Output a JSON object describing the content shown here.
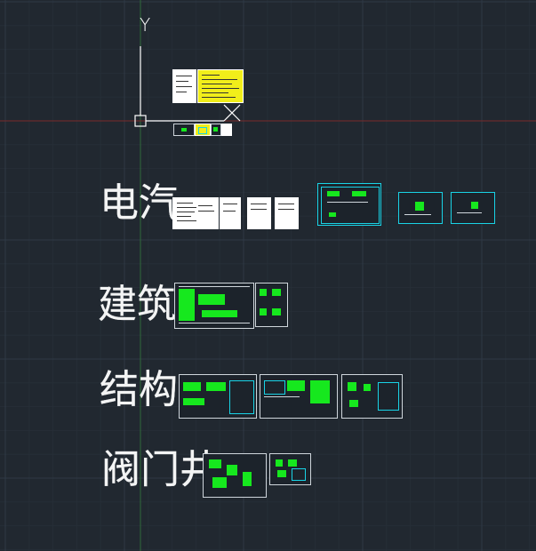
{
  "ucs": {
    "y_label": "Y"
  },
  "rows": [
    {
      "id": "electrical",
      "label": "电汽"
    },
    {
      "id": "architecture",
      "label": "建筑"
    },
    {
      "id": "structure",
      "label": "结构"
    },
    {
      "id": "valve-well",
      "label": "阀门井"
    }
  ],
  "colors": {
    "background": "#212830",
    "grid_major": "#2e3945",
    "grid_minor": "#262e37",
    "x_axis": "#7a2a2a",
    "y_axis": "#2f6a3a",
    "drawing_cyan": "#19d3e6",
    "drawing_green": "#16e81e",
    "drawing_yellow": "#f1ee1a",
    "ucs_white": "#ffffff"
  },
  "sheet_groups": [
    {
      "row": "top",
      "count": 2,
      "styles": [
        "white",
        "yellow"
      ]
    },
    {
      "row": "top-small",
      "count": 4,
      "styles": [
        "outline",
        "yellow",
        "outline",
        "white"
      ]
    },
    {
      "row": "electrical",
      "count": 7,
      "styles": [
        "white",
        "white",
        "white",
        "white",
        "cyan",
        "cyan",
        "cyan"
      ]
    },
    {
      "row": "architecture",
      "count": 2,
      "styles": [
        "outline",
        "outline"
      ]
    },
    {
      "row": "structure",
      "count": 3,
      "styles": [
        "outline",
        "outline",
        "outline"
      ]
    },
    {
      "row": "valve-well",
      "count": 2,
      "styles": [
        "outline",
        "outline"
      ]
    }
  ]
}
